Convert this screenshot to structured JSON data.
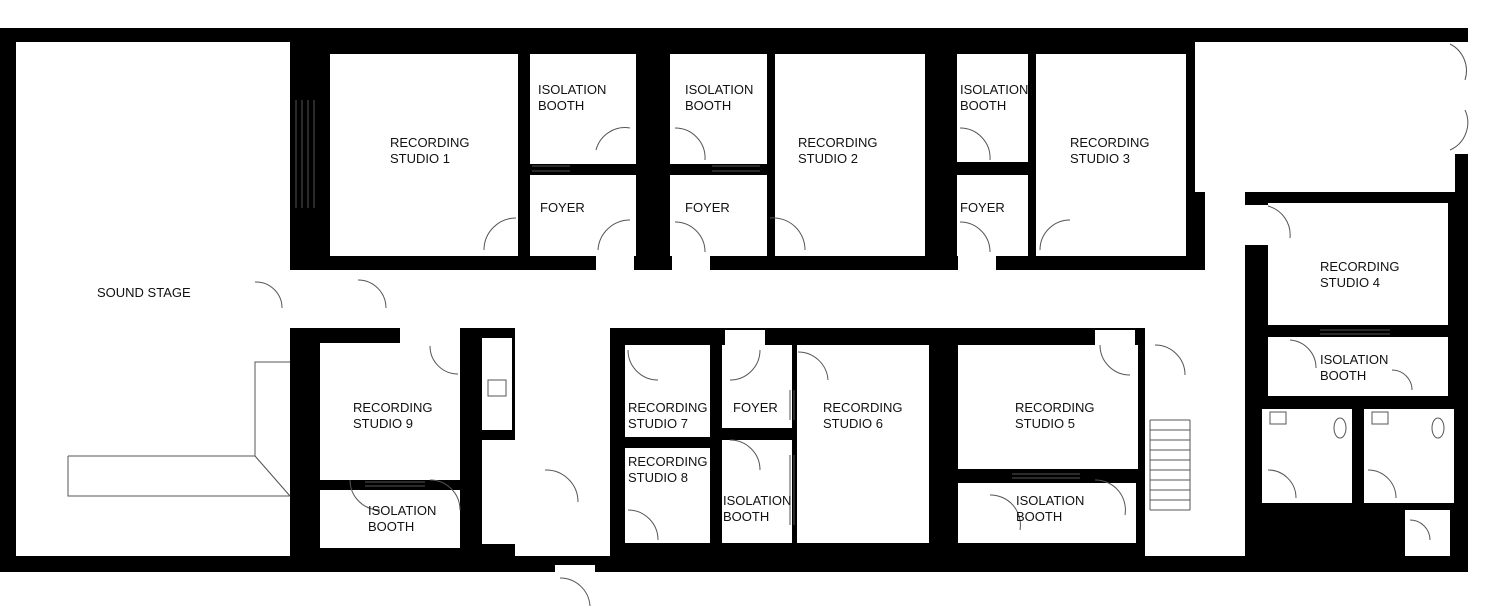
{
  "colors": {
    "wall": "#000000",
    "floor": "#ffffff",
    "fixture": "#666666"
  },
  "rooms": {
    "sound_stage": {
      "line1": "SOUND STAGE",
      "line2": ""
    },
    "studio1": {
      "line1": "RECORDING",
      "line2": "STUDIO 1"
    },
    "iso1": {
      "line1": "ISOLATION",
      "line2": "BOOTH"
    },
    "foyer1": {
      "line1": "FOYER",
      "line2": ""
    },
    "iso2": {
      "line1": "ISOLATION",
      "line2": "BOOTH"
    },
    "studio2": {
      "line1": "RECORDING",
      "line2": "STUDIO 2"
    },
    "foyer2": {
      "line1": "FOYER",
      "line2": ""
    },
    "iso3": {
      "line1": "ISOLATION",
      "line2": "BOOTH"
    },
    "studio3": {
      "line1": "RECORDING",
      "line2": "STUDIO 3"
    },
    "foyer3": {
      "line1": "FOYER",
      "line2": ""
    },
    "studio4": {
      "line1": "RECORDING",
      "line2": "STUDIO 4"
    },
    "iso4": {
      "line1": "ISOLATION",
      "line2": "BOOTH"
    },
    "studio9": {
      "line1": "RECORDING",
      "line2": "STUDIO 9"
    },
    "iso9": {
      "line1": "ISOLATION",
      "line2": "BOOTH"
    },
    "studio7": {
      "line1": "RECORDING",
      "line2": "STUDIO 7"
    },
    "studio8": {
      "line1": "RECORDING",
      "line2": "STUDIO 8"
    },
    "foyer6": {
      "line1": "FOYER",
      "line2": ""
    },
    "studio6": {
      "line1": "RECORDING",
      "line2": "STUDIO 6"
    },
    "iso6": {
      "line1": "ISOLATION",
      "line2": "BOOTH"
    },
    "studio5": {
      "line1": "RECORDING",
      "line2": "STUDIO 5"
    },
    "iso5": {
      "line1": "ISOLATION",
      "line2": "BOOTH"
    }
  }
}
